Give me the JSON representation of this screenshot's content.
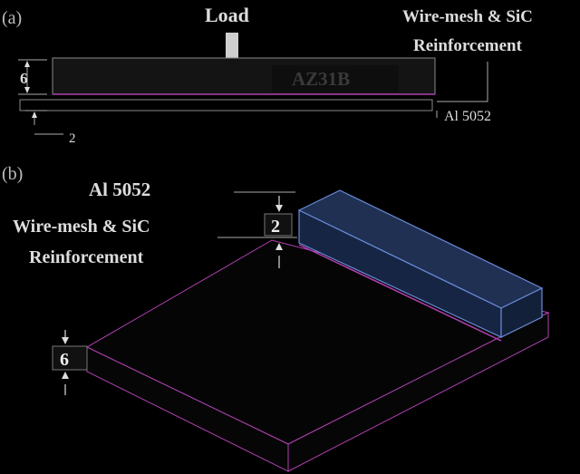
{
  "panel_a": {
    "label": "(a)",
    "load_label": "Load",
    "reinforcement_label_line1": "Wire-mesh & SiC",
    "reinforcement_label_line2": "Reinforcement",
    "plate_label": "AZ31B",
    "strip_label": "Al 5052",
    "plate_thickness": "6",
    "strip_thickness": "2"
  },
  "panel_b": {
    "label": "(b)",
    "strip_label": "Al 5052",
    "reinforcement_label_line1": "Wire-mesh & SiC",
    "reinforcement_label_line2": "Reinforcement",
    "strip_thickness": "2",
    "plate_thickness": "6"
  },
  "colors": {
    "background": "#000000",
    "text": "#ffffff",
    "plate_fill": "#141414",
    "edge_magenta": "#b040b0",
    "block_blue": "#1c2b4a",
    "block_edge": "#6a8ad8"
  }
}
